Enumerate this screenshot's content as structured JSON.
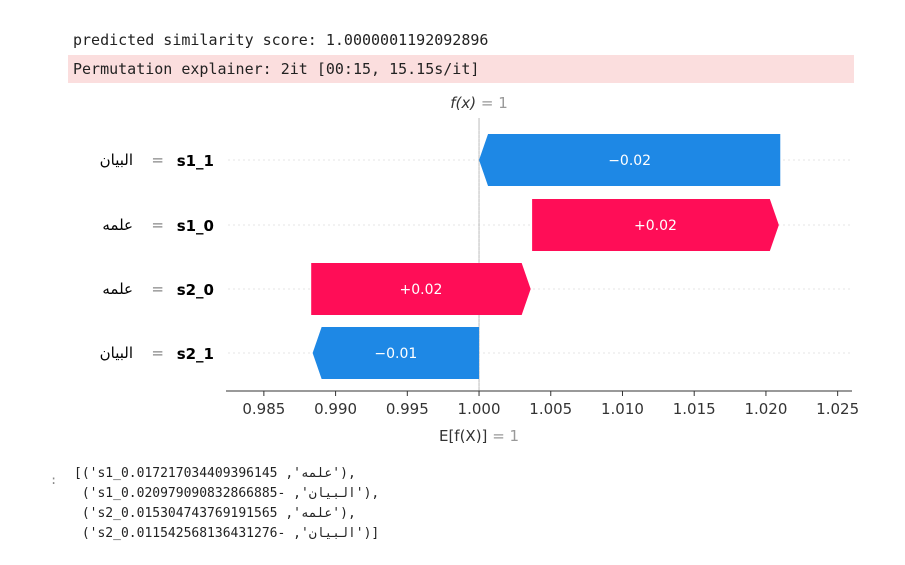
{
  "output_top": "predicted similarity score: 1.0000001192092896",
  "stderr_line": "Permutation explainer: 2it [00:15, 15.15s/it]",
  "chart_data": {
    "type": "waterfall",
    "fx_label": "f(x)",
    "fx_value": "1",
    "ex_label": "E[f(X)]",
    "ex_value": "1",
    "xlim": [
      0.9825,
      1.026
    ],
    "xticks": [
      0.985,
      0.99,
      0.995,
      1.0,
      1.005,
      1.01,
      1.015,
      1.02,
      1.025
    ],
    "xtick_labels": [
      "0.985",
      "0.990",
      "0.995",
      "1.000",
      "1.005",
      "1.010",
      "1.015",
      "1.020",
      "1.025"
    ],
    "rows": [
      {
        "name": "s1_1",
        "feature_value": "البيان",
        "start": 1.021,
        "end": 1.0,
        "label": "−0.02",
        "sign": "neg"
      },
      {
        "name": "s1_0",
        "feature_value": "علمه",
        "start": 1.0037,
        "end": 1.0209,
        "label": "+0.02",
        "sign": "pos"
      },
      {
        "name": "s2_0",
        "feature_value": "علمه",
        "start": 0.9883,
        "end": 1.0036,
        "label": "+0.02",
        "sign": "pos"
      },
      {
        "name": "s2_1",
        "feature_value": "البيان",
        "start": 1.0,
        "end": 0.9884,
        "label": "−0.01",
        "sign": "neg"
      }
    ],
    "colors": {
      "positive": "#ff0d57",
      "negative": "#1e88e5"
    }
  },
  "bottom": {
    "prompt": ":",
    "lines": [
      "[('s1_0.017217034409396145 ,'علمه'),",
      " ('s1_0.020979090832866885- ,'البيان'),",
      " ('s2_0.015304743769191565 ,'علمه'),",
      " ('s2_0.011542568136431276- ,'البيان')]"
    ]
  }
}
